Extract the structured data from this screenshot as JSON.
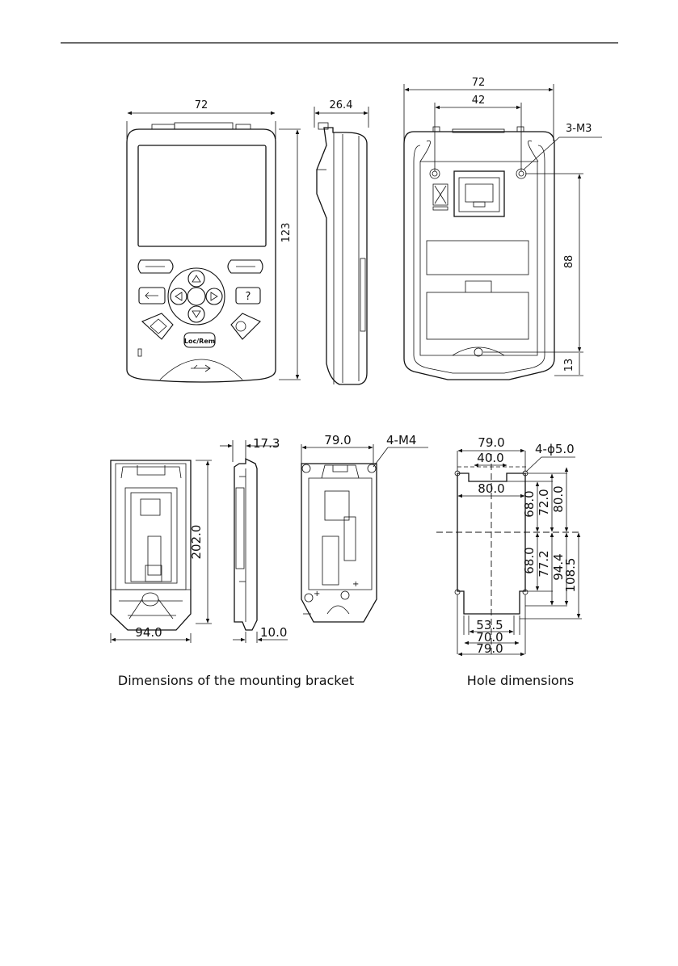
{
  "keypad_views": {
    "front": {
      "width": "72",
      "logo_label": "Loc/Rem"
    },
    "side": {
      "depth": "26.4",
      "height": "123"
    },
    "back": {
      "width": "72",
      "hole_spacing": "42",
      "screw_label": "3-M3",
      "height_88": "88",
      "height_13": "13"
    }
  },
  "bracket_views": {
    "front": {
      "height": "202.0",
      "width": "94.0"
    },
    "side": {
      "depth_top": "17.3",
      "depth_bottom": "10.0"
    },
    "back": {
      "width": "79.0",
      "screw_label": "4-M4"
    }
  },
  "hole_view": {
    "top_width": "79.0",
    "hole_label": "4-ϕ5.0",
    "notch_width": "40.0",
    "inner_width": "80.0",
    "upper_dims": [
      "68.0",
      "72.0",
      "80.0"
    ],
    "lower_dims": [
      "68.0",
      "77.2",
      "94.4",
      "108.5"
    ],
    "bottom_widths": [
      "53.5",
      "70.0",
      "79.0"
    ]
  },
  "captions": {
    "bracket": "Dimensions of the mounting bracket",
    "holes": "Hole dimensions"
  }
}
